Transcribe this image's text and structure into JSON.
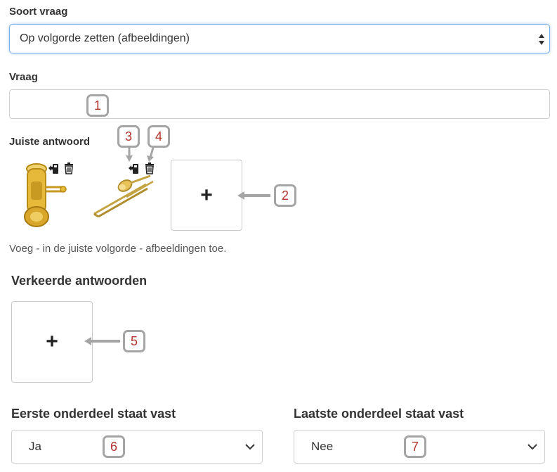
{
  "question_type": {
    "label": "Soort vraag",
    "value": "Op volgorde zetten (afbeeldingen)"
  },
  "question": {
    "label": "Vraag",
    "value": ""
  },
  "correct_answer": {
    "label": "Juiste antwoord",
    "images": [
      {
        "name": "tuba"
      },
      {
        "name": "trombone"
      }
    ],
    "add_label": "+",
    "help": "Voeg - in de juiste volgorde - afbeeldingen toe."
  },
  "wrong_answers": {
    "label": "Verkeerde antwoorden",
    "add_label": "+"
  },
  "first_fixed": {
    "label": "Eerste onderdeel staat vast",
    "value": "Ja"
  },
  "last_fixed": {
    "label": "Laatste onderdeel staat vast",
    "value": "Nee"
  },
  "callouts": [
    "1",
    "2",
    "3",
    "4",
    "5",
    "6",
    "7"
  ],
  "colors": {
    "callout_text": "#b3342e",
    "callout_border": "#a5a5a5",
    "focus_border": "#7aaee8"
  }
}
